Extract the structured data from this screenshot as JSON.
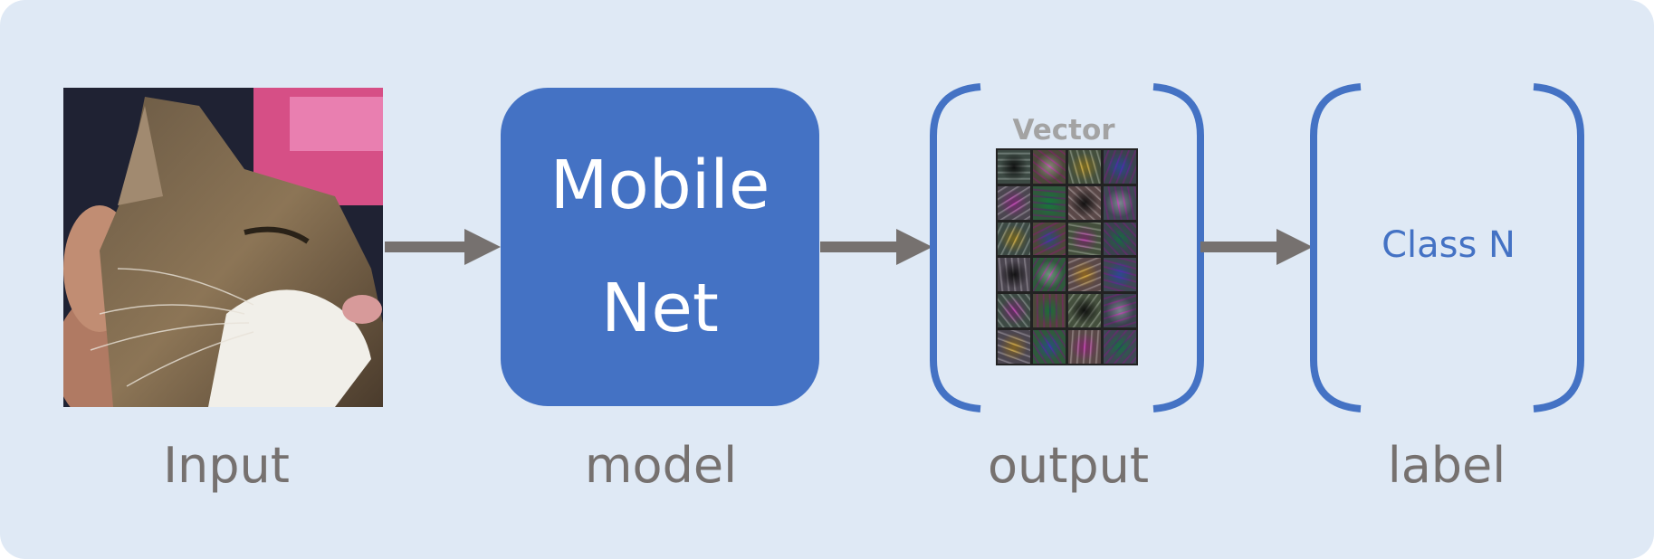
{
  "diagram": {
    "stages": [
      {
        "id": "input",
        "caption": "Input"
      },
      {
        "id": "model",
        "caption": "model",
        "box_lines": [
          "Mobile",
          "Net"
        ]
      },
      {
        "id": "output",
        "caption": "output",
        "inner_label": "Vector"
      },
      {
        "id": "label",
        "caption": "label",
        "inner_label": "Class N"
      }
    ],
    "colors": {
      "background": "#dfe9f5",
      "accent_blue": "#4472c4",
      "arrow_gray": "#76716f",
      "caption_gray": "#76716f"
    },
    "icons": [
      "cat-photo",
      "arrow-right-icon",
      "filter-grid-image",
      "bracket-icon"
    ]
  }
}
